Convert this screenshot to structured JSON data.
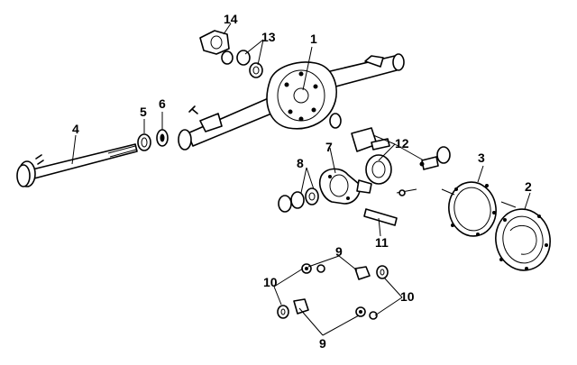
{
  "callouts": {
    "c1": "1",
    "c2": "2",
    "c3": "3",
    "c4": "4",
    "c5": "5",
    "c6": "6",
    "c7": "7",
    "c8": "8",
    "c9a": "9",
    "c9b": "9",
    "c10a": "10",
    "c10b": "10",
    "c11": "11",
    "c12": "12",
    "c13": "13",
    "c14": "14"
  }
}
